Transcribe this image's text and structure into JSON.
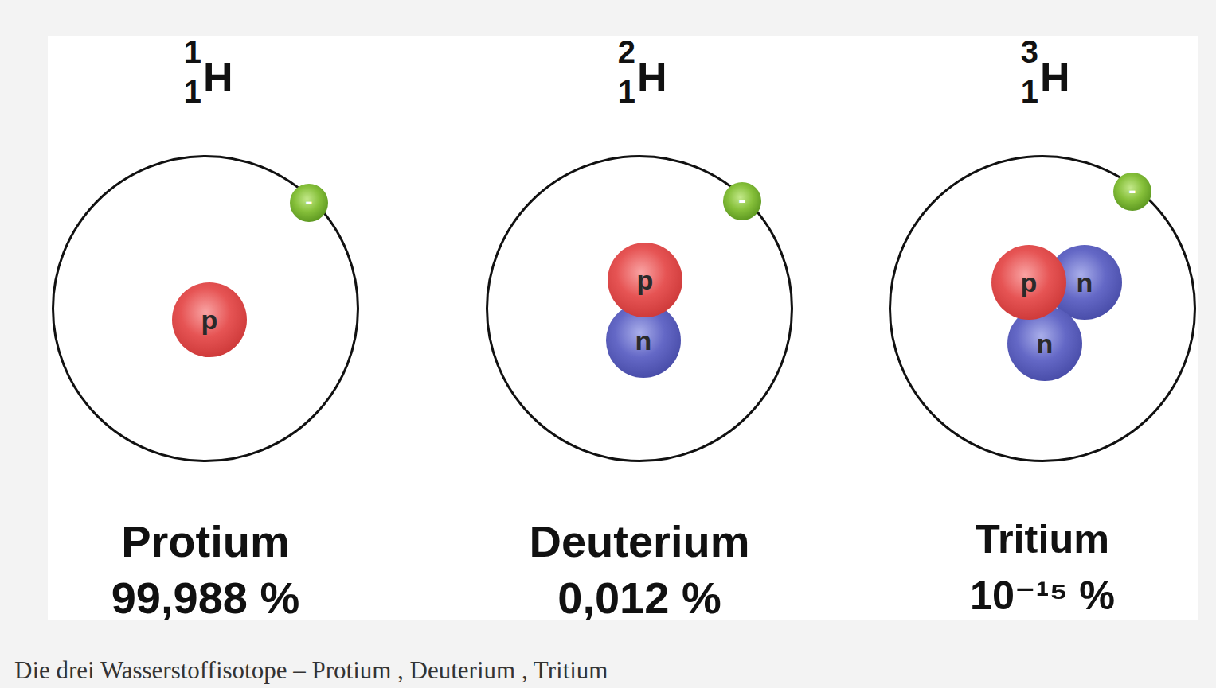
{
  "diagram": {
    "caption": "Die drei Wasserstoffisotope – Protium , Deuterium , Tritium",
    "nodes": [
      {
        "text": [
          "1",
          "1",
          "H",
          "Protium",
          "99,988 %"
        ]
      },
      {
        "text": [
          "-"
        ],
        "in": 0
      },
      {
        "text": [
          "p"
        ],
        "in": 0
      },
      {
        "text": [
          "2",
          "1",
          "H",
          "Deuterium",
          "0,012 %"
        ]
      },
      {
        "text": [
          "-"
        ],
        "in": 3
      },
      {
        "text": [
          "p"
        ],
        "in": 3
      },
      {
        "text": [
          "n"
        ],
        "in": 3
      },
      {
        "text": [
          "3",
          "1",
          "H",
          "Tritium",
          "10⁻¹⁵ %"
        ]
      },
      {
        "text": [
          "-"
        ],
        "in": 7
      },
      {
        "text": [
          "p"
        ],
        "in": 7
      },
      {
        "text": [
          "n"
        ],
        "in": 7
      },
      {
        "text": [
          "n"
        ],
        "in": 7
      }
    ]
  }
}
